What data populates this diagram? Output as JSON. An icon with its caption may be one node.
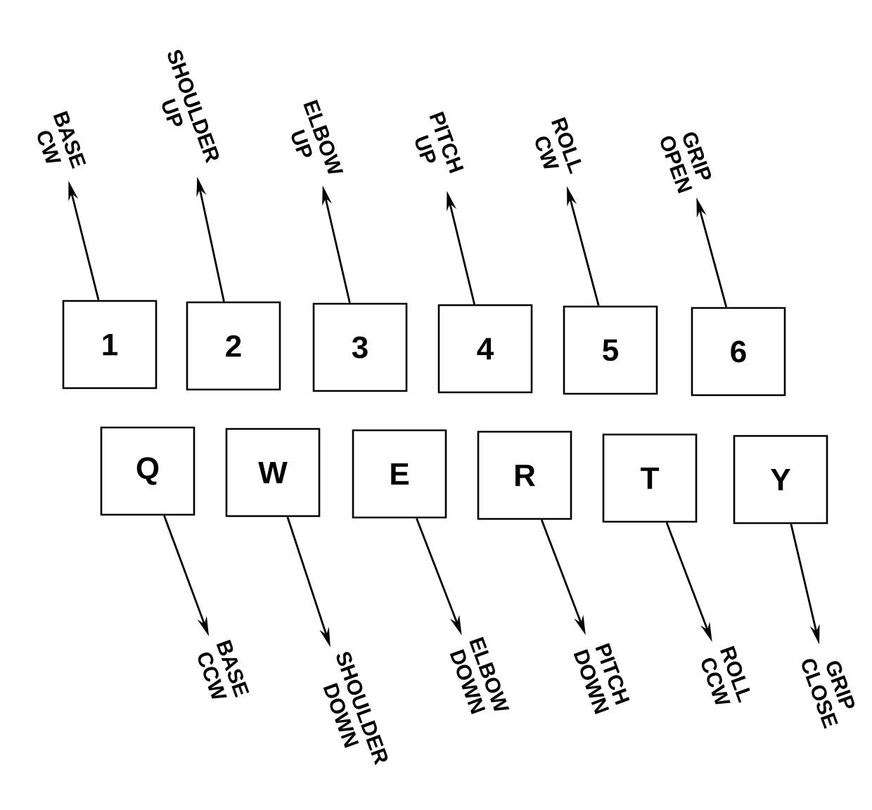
{
  "diagram": {
    "nodes": [
      {
        "text": [
          "BASE CW"
        ]
      },
      {
        "text": [
          "SHOULDER UP"
        ]
      },
      {
        "text": [
          "ELBOW UP"
        ]
      },
      {
        "text": [
          "PITCH UP"
        ]
      },
      {
        "text": [
          "ROLL CW"
        ]
      },
      {
        "text": [
          "GRIP OPEN"
        ]
      },
      {
        "text": [
          "1"
        ]
      },
      {
        "text": [
          "2"
        ]
      },
      {
        "text": [
          "3"
        ]
      },
      {
        "text": [
          "4"
        ]
      },
      {
        "text": [
          "5"
        ]
      },
      {
        "text": [
          "6"
        ]
      },
      {
        "text": [
          "Q"
        ]
      },
      {
        "text": [
          "W"
        ]
      },
      {
        "text": [
          "E"
        ]
      },
      {
        "text": [
          "R"
        ]
      },
      {
        "text": [
          "T"
        ]
      },
      {
        "text": [
          "Y"
        ]
      },
      {
        "text": [
          "BASE CCW"
        ]
      },
      {
        "text": [
          "SHOULDER DOWN"
        ]
      },
      {
        "text": [
          "ELBOW DOWN"
        ]
      },
      {
        "text": [
          "PITCH DOWN"
        ]
      },
      {
        "text": [
          "ROLL CCW"
        ]
      },
      {
        "text": [
          "GRIP CLOSE"
        ]
      }
    ],
    "edges": [
      {
        "from": 6,
        "to": 0,
        "arrow": "to"
      },
      {
        "from": 7,
        "to": 1,
        "arrow": "to"
      },
      {
        "from": 8,
        "to": 2,
        "arrow": "to"
      },
      {
        "from": 9,
        "to": 3,
        "arrow": "to"
      },
      {
        "from": 10,
        "to": 4,
        "arrow": "to"
      },
      {
        "from": 11,
        "to": 5,
        "arrow": "to"
      },
      {
        "from": 12,
        "to": 18,
        "arrow": "to"
      },
      {
        "from": 13,
        "to": 19,
        "arrow": "to"
      },
      {
        "from": 14,
        "to": 20,
        "arrow": "to"
      },
      {
        "from": 15,
        "to": 21,
        "arrow": "to"
      },
      {
        "from": 16,
        "to": 22,
        "arrow": "to"
      },
      {
        "from": 17,
        "to": 23,
        "arrow": "to"
      }
    ]
  }
}
